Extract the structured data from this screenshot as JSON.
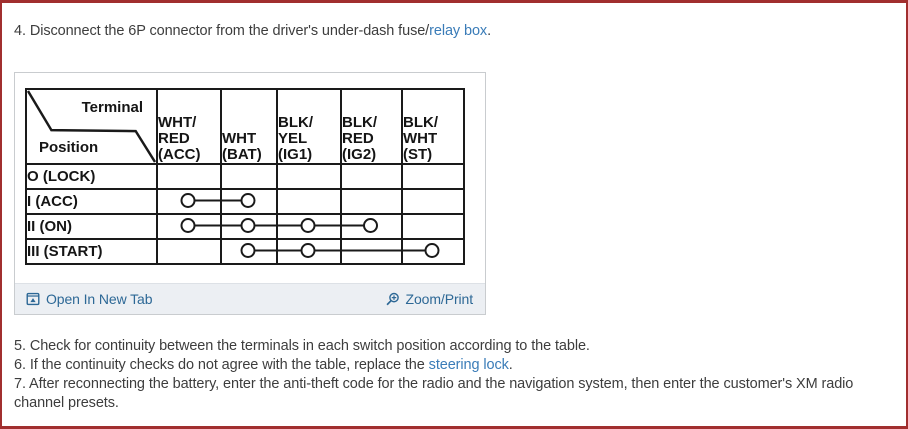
{
  "colors": {
    "page_border": "#a12f2f",
    "body_text": "#3d3d3d",
    "inline_link": "#3a7cb8",
    "footer_link": "#2d6896",
    "table_ink": "#1a1a1a",
    "footer_bg": "#eceff3"
  },
  "steps": {
    "s4": {
      "before": "4. Disconnect the 6P connector from the driver's under-dash fuse/",
      "link": "relay box",
      "after": "."
    },
    "s5": "5. Check for continuity between the terminals in each switch position according to the table.",
    "s6": {
      "before": "6. If the continuity checks do not agree with the table, replace the ",
      "link": "steering lock",
      "after": "."
    },
    "s7": "7. After reconnecting the battery, enter the anti-theft code for the radio and the navigation system, then enter the customer's XM radio channel presets."
  },
  "panel": {
    "open_in_new_tab_label": "Open In New Tab",
    "zoom_print_label": "Zoom/Print",
    "icons": {
      "open_in_new_tab": "open-in-new-tab-icon",
      "zoom_print": "magnifier-plus-icon"
    }
  },
  "diagram": {
    "corner": {
      "top_right": "Terminal",
      "bottom_left": "Position"
    },
    "terminal_keys": [
      "ACC",
      "BAT",
      "IG1",
      "IG2",
      "ST"
    ],
    "terminals": [
      "WHT/\nRED\n(ACC)",
      "WHT\n(BAT)",
      "BLK/\nYEL\n(IG1)",
      "BLK/\nRED\n(IG2)",
      "BLK/\nWHT\n(ST)"
    ],
    "rows": [
      {
        "position": "O (LOCK)",
        "connected": []
      },
      {
        "position": "I (ACC)",
        "connected": [
          "ACC",
          "BAT"
        ]
      },
      {
        "position": "II (ON)",
        "connected": [
          "ACC",
          "BAT",
          "IG1",
          "IG2"
        ]
      },
      {
        "position": "III (START)",
        "connected": [
          "BAT",
          "IG1",
          "ST"
        ]
      }
    ]
  }
}
